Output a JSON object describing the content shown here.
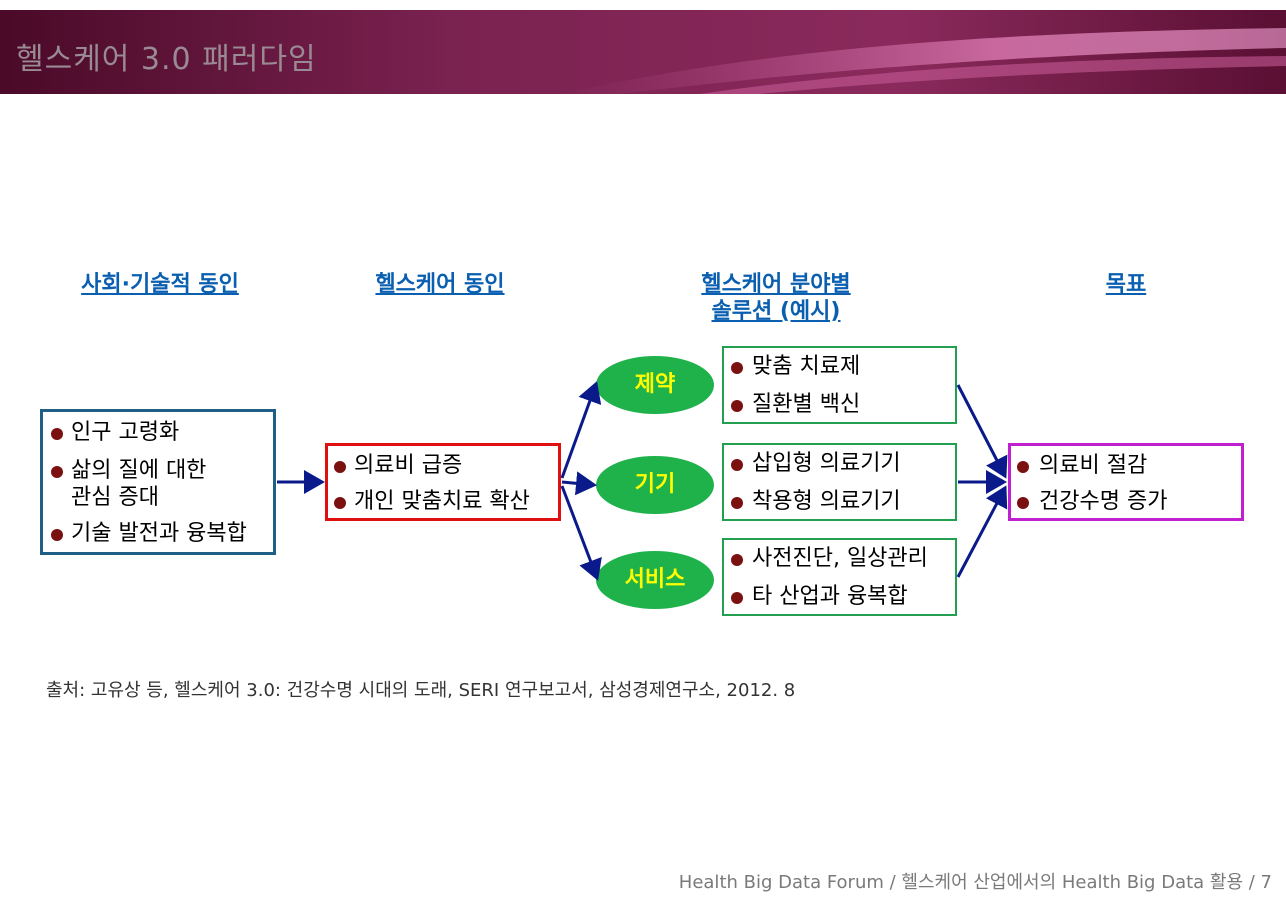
{
  "header": {
    "title": "헬스케어 3.0 패러다임"
  },
  "columns": {
    "social": "사회·기술적 동인",
    "healthcare": "헬스케어 동인",
    "solutions_line1": "헬스케어 분야별",
    "solutions_line2": "솔루션 (예시)",
    "goal": "목표"
  },
  "social_drivers": [
    "인구 고령화",
    "삶의 질에 대한",
    "관심 증대",
    "기술 발전과 융복합"
  ],
  "healthcare_drivers": [
    "의료비 급증",
    "개인 맞춤치료 확산"
  ],
  "categories": [
    "제약",
    "기기",
    "서비스"
  ],
  "solutions": {
    "pharma": [
      "맞춤 치료제",
      "질환별 백신"
    ],
    "device": [
      "삽입형 의료기기",
      "착용형 의료기기"
    ],
    "service": [
      "사전진단, 일상관리",
      "타 산업과 융복합"
    ]
  },
  "goals": [
    "의료비 절감",
    "건강수명 증가"
  ],
  "source": "출처: 고유상 등, 헬스케어 3.0: 건강수명 시대의 도래, SERI 연구보고서, 삼성경제연구소, 2012. 8",
  "footer": "Health Big Data Forum / 헬스케어 산업에서의 Health Big Data 활용 / 7",
  "colors": {
    "header": "#6e1a45",
    "heading_blue": "#0b5fb0",
    "box_social": "#1f5f86",
    "box_healthcare": "#e01010",
    "box_solution": "#22a050",
    "box_goal": "#c020d0",
    "oval_green": "#1fb14a",
    "oval_text": "#ffff00",
    "arrow": "#0a1a8a",
    "bullet": "#7b1010"
  }
}
